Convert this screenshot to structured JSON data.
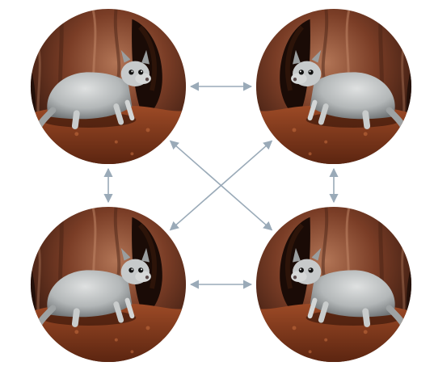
{
  "diagram": {
    "nodes": [
      {
        "id": "top-left",
        "facing": "right"
      },
      {
        "id": "top-right",
        "facing": "left"
      },
      {
        "id": "bottom-left",
        "facing": "right"
      },
      {
        "id": "bottom-right",
        "facing": "left"
      }
    ],
    "connections": [
      {
        "from": "top-left",
        "to": "top-right",
        "direction": "bidirectional"
      },
      {
        "from": "bottom-left",
        "to": "bottom-right",
        "direction": "bidirectional"
      },
      {
        "from": "top-left",
        "to": "bottom-left",
        "direction": "bidirectional"
      },
      {
        "from": "top-right",
        "to": "bottom-right",
        "direction": "bidirectional"
      },
      {
        "from": "top-left",
        "to": "bottom-right",
        "direction": "bidirectional"
      },
      {
        "from": "top-right",
        "to": "bottom-left",
        "direction": "bidirectional"
      }
    ]
  },
  "colors": {
    "arrow": "#9aaab8",
    "bark_dark": "#3a1d12",
    "bark_mid": "#7a3d26",
    "bark_light": "#a86a4e",
    "possum_fur": "#b9bcbd",
    "possum_shadow": "#6f7375",
    "ground": "#8a3a1c"
  },
  "icons": {
    "node_image": "possum-photo-icon",
    "arrow_head": "arrowhead-icon"
  }
}
